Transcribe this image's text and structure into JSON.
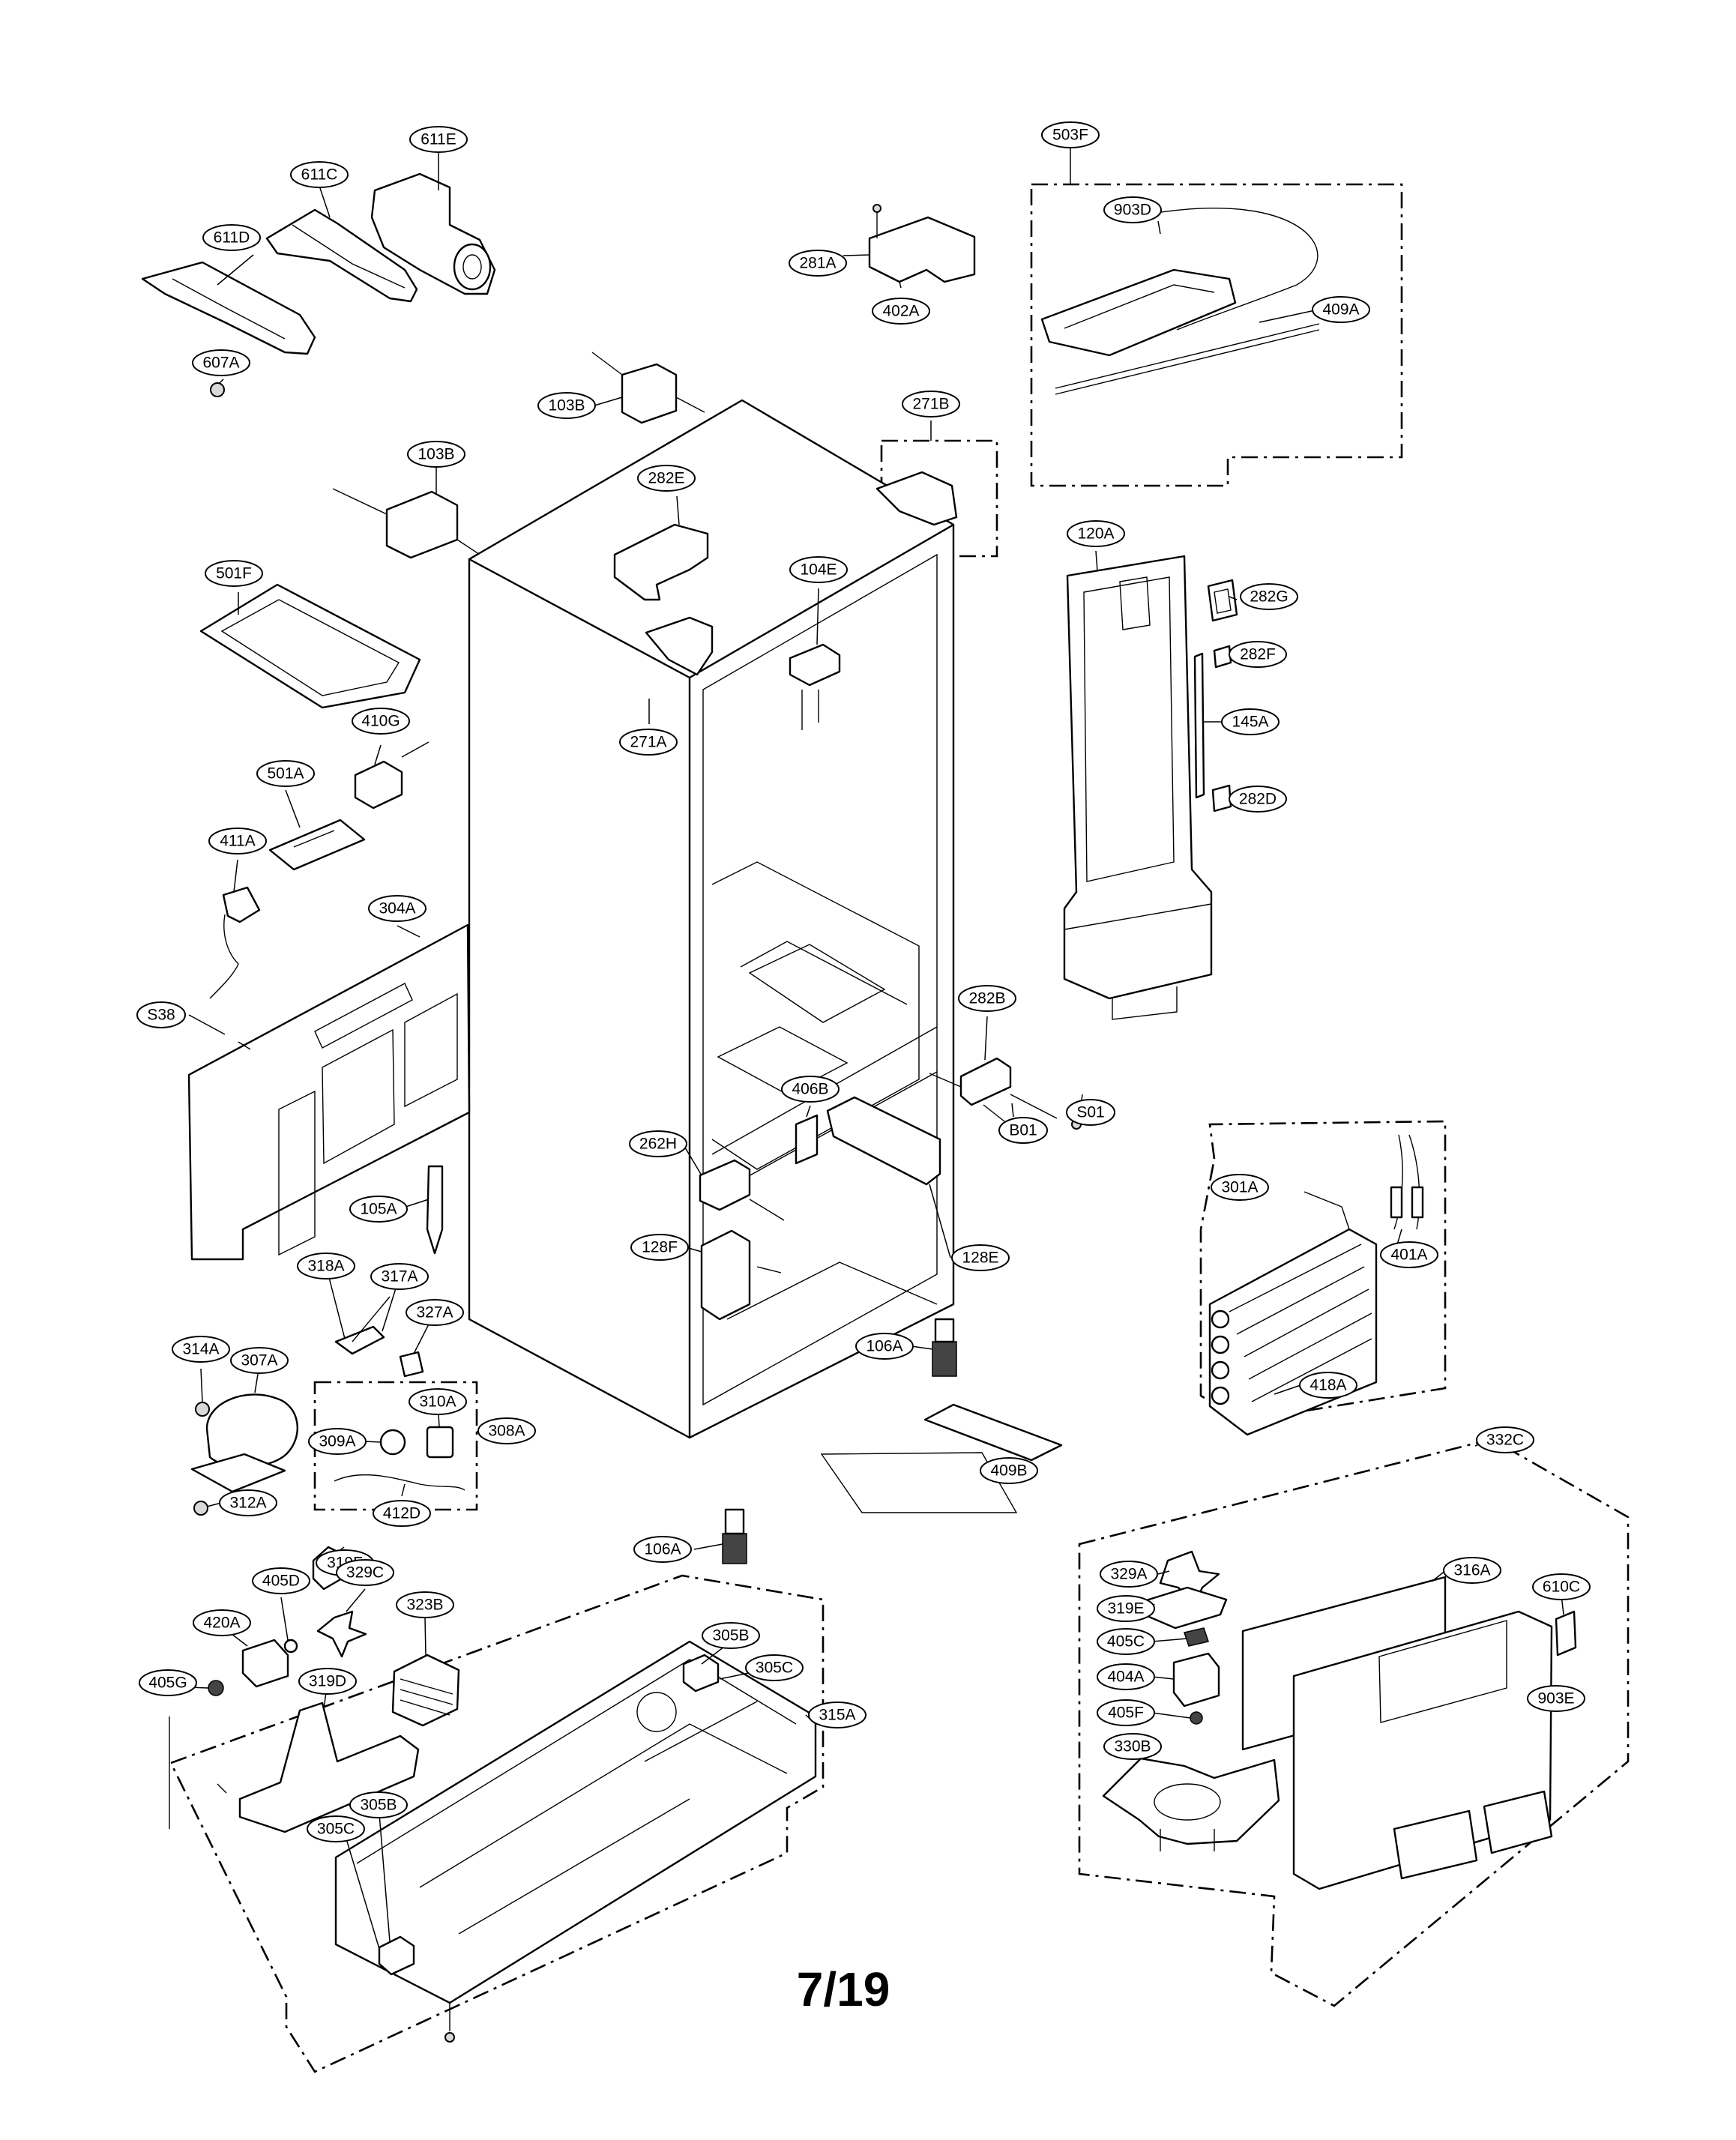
{
  "page_number": "7/19",
  "labels": [
    {
      "text": "611E"
    },
    {
      "text": "611C"
    },
    {
      "text": "611D"
    },
    {
      "text": "607A"
    },
    {
      "text": "503F"
    },
    {
      "text": "903D"
    },
    {
      "text": "409A"
    },
    {
      "text": "281A"
    },
    {
      "text": "402A"
    },
    {
      "text": "103B"
    },
    {
      "text": "103B"
    },
    {
      "text": "271B"
    },
    {
      "text": "282E"
    },
    {
      "text": "501F"
    },
    {
      "text": "104E"
    },
    {
      "text": "120A"
    },
    {
      "text": "282G"
    },
    {
      "text": "282F"
    },
    {
      "text": "145A"
    },
    {
      "text": "282D"
    },
    {
      "text": "410G"
    },
    {
      "text": "271A"
    },
    {
      "text": "501A"
    },
    {
      "text": "411A"
    },
    {
      "text": "304A"
    },
    {
      "text": "S38"
    },
    {
      "text": "282B"
    },
    {
      "text": "406B"
    },
    {
      "text": "B01"
    },
    {
      "text": "S01"
    },
    {
      "text": "262H"
    },
    {
      "text": "105A"
    },
    {
      "text": "301A"
    },
    {
      "text": "401A"
    },
    {
      "text": "128F"
    },
    {
      "text": "128E"
    },
    {
      "text": "318A"
    },
    {
      "text": "317A"
    },
    {
      "text": "327A"
    },
    {
      "text": "106A"
    },
    {
      "text": "314A"
    },
    {
      "text": "307A"
    },
    {
      "text": "310A"
    },
    {
      "text": "418A"
    },
    {
      "text": "309A"
    },
    {
      "text": "308A"
    },
    {
      "text": "312A"
    },
    {
      "text": "412D"
    },
    {
      "text": "409B"
    },
    {
      "text": "332C"
    },
    {
      "text": "106A"
    },
    {
      "text": "319F"
    },
    {
      "text": "329A"
    },
    {
      "text": "316A"
    },
    {
      "text": "405D"
    },
    {
      "text": "329C"
    },
    {
      "text": "323B"
    },
    {
      "text": "319E"
    },
    {
      "text": "610C"
    },
    {
      "text": "420A"
    },
    {
      "text": "305B"
    },
    {
      "text": "405C"
    },
    {
      "text": "305C"
    },
    {
      "text": "405G"
    },
    {
      "text": "319D"
    },
    {
      "text": "404A"
    },
    {
      "text": "903E"
    },
    {
      "text": "315A"
    },
    {
      "text": "405F"
    },
    {
      "text": "330B"
    },
    {
      "text": "305B"
    },
    {
      "text": "305C"
    }
  ]
}
